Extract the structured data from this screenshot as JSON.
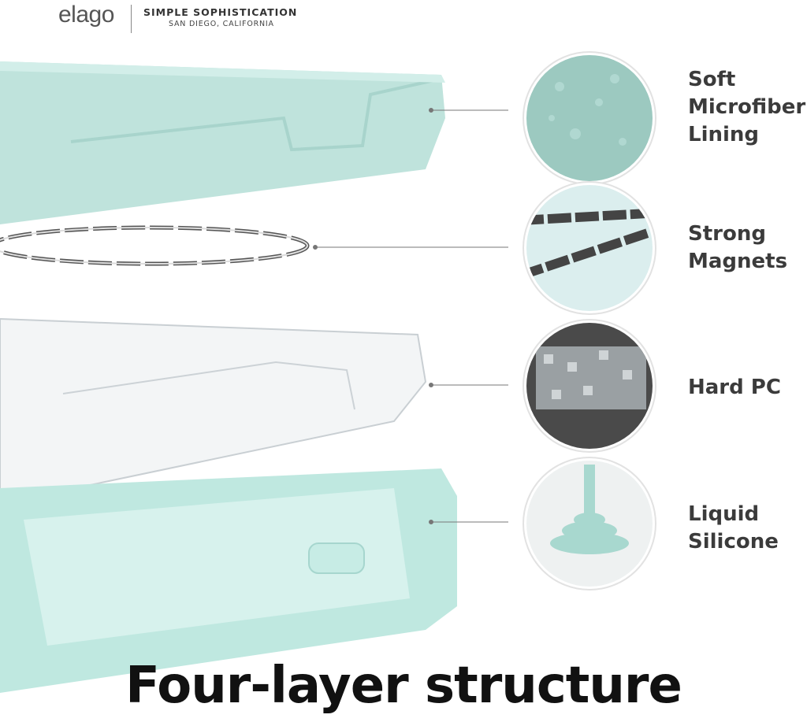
{
  "brand": {
    "logo": "elago",
    "tagline": "SIMPLE SOPHISTICATION",
    "location": "SAN DIEGO, CALIFORNIA"
  },
  "layers": [
    {
      "label_line1": "Soft",
      "label_line2": "Microfiber",
      "label_line3": "Lining"
    },
    {
      "label_line1": "Strong",
      "label_line2": "Magnets"
    },
    {
      "label_line1": "Hard PC"
    },
    {
      "label_line1": "Liquid",
      "label_line2": "Silicone"
    }
  ],
  "title": "Four-layer structure",
  "colors": {
    "mint": "#bfe6e0",
    "mint_dark": "#9fd3cb",
    "text": "#3b3b3b"
  }
}
